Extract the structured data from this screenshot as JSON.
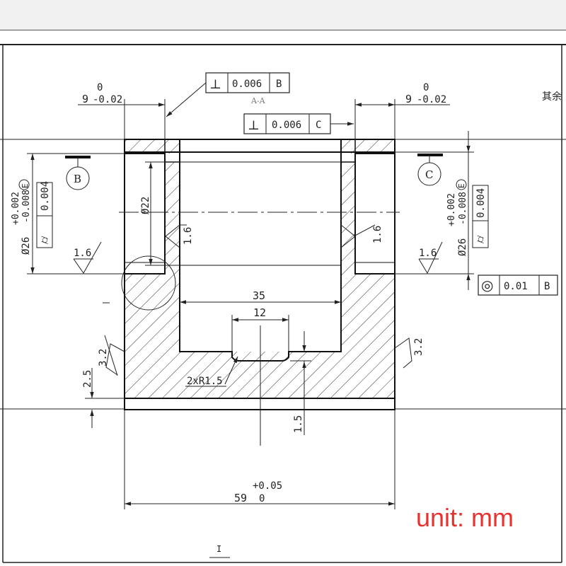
{
  "unit_label": "unit: mm",
  "side_note": "其余",
  "section_label": "A-A",
  "bottom_mark": "I",
  "dims": {
    "top_left_nom": "9",
    "top_left_upper": "0",
    "top_left_lower": "-0.02",
    "top_right_nom": "9",
    "top_right_upper": "0",
    "top_right_lower": "-0.02",
    "bore": "Ø22",
    "left_od": "Ø26",
    "left_od_upper": "+0.002",
    "left_od_lower": "-0.008",
    "left_od_env": "E",
    "right_od": "Ø26",
    "right_od_upper": "+0.002",
    "right_od_lower": "-0.008",
    "right_od_env": "E",
    "inner_width": "35",
    "slot_width": "12",
    "slot_radius": "2xR1.5",
    "slot_depth": "1.5",
    "base_thickness": "2.5",
    "overall": "59",
    "overall_upper": "+0.05",
    "overall_lower": "0"
  },
  "gdt": {
    "perp_b": {
      "symbol": "⊥",
      "value": "0.006",
      "datum": "B"
    },
    "perp_c": {
      "symbol": "⊥",
      "value": "0.006",
      "datum": "C"
    },
    "cyl_left": {
      "symbol": "⌭",
      "value": "0.004"
    },
    "cyl_right": {
      "symbol": "⌭",
      "value": "0.004"
    },
    "conc": {
      "symbol": "◎",
      "value": "0.01",
      "datum": "B"
    }
  },
  "datums": {
    "left": "B",
    "right": "C"
  },
  "roughness": {
    "left_outer": "1.6",
    "left_inner": "1.6",
    "right_inner": "1.6",
    "right_outer": "1.6",
    "left_side": "3.2",
    "right_side": "3.2"
  }
}
